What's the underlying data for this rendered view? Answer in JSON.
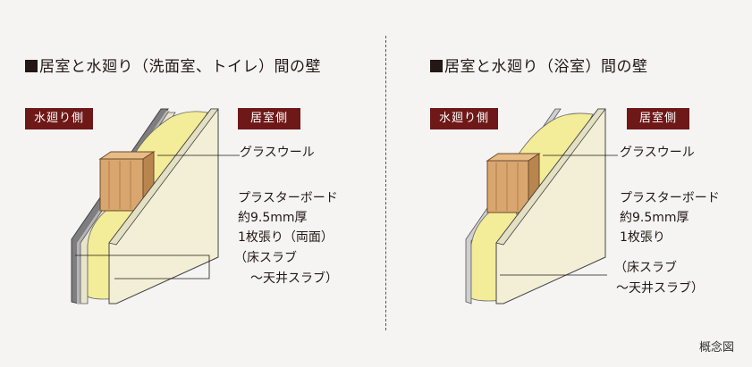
{
  "left": {
    "title": "居室と水廻り（洗面室、トイレ）間の壁",
    "tag_wet": "水廻り側",
    "tag_room": "居室側",
    "label_wool": "グラスウール",
    "board_lines": [
      "プラスターボード",
      "約9.5mm厚",
      "1枚張り（両面）",
      "（床スラブ",
      "　～天井スラブ）"
    ]
  },
  "right": {
    "title": "居室と水廻り（浴室）間の壁",
    "tag_wet": "水廻り側",
    "tag_room": "居室側",
    "label_wool": "グラスウール",
    "board_lines": [
      "プラスターボード",
      "約9.5mm厚",
      "1枚張り",
      "（床スラブ",
      "～天井スラブ）"
    ]
  },
  "caption": "概念図",
  "colors": {
    "tag_bg": "#6e1818",
    "board": "#f2efd6",
    "wool": "#f3ec98",
    "wood": "#d7a16d",
    "steel": "#8a8a8a"
  }
}
